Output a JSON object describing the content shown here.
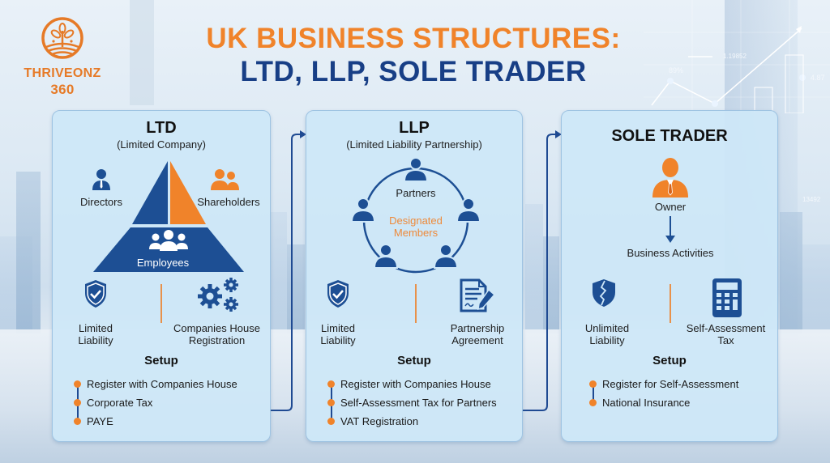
{
  "logo": {
    "line1": "THRIVEONZ",
    "line2": "360",
    "icon": "plant-sprout-icon"
  },
  "title": {
    "line1": "UK BUSINESS STRUCTURES:",
    "line2": "LTD, LLP, SOLE TRADER"
  },
  "colors": {
    "orange": "#f0832a",
    "navy": "#183f86",
    "card_bg": "#cee7f8"
  },
  "background_chart": {
    "labels": [
      "89%",
      "1.19852",
      "4.87",
      "13492"
    ]
  },
  "ltd": {
    "title": "LTD",
    "subtitle": "(Limited Company)",
    "roles": {
      "directors": "Directors",
      "shareholders": "Shareholders",
      "employees": "Employees"
    },
    "features": [
      {
        "label_1": "Limited",
        "label_2": "Liability",
        "icon": "shield-check-icon"
      },
      {
        "label_1": "Companies House",
        "label_2": "Registration",
        "icon": "gears-icon"
      }
    ],
    "setup_title": "Setup",
    "setup": [
      "Register with Companies House",
      "Corporate Tax",
      "PAYE"
    ]
  },
  "llp": {
    "title": "LLP",
    "subtitle": "(Limited Liability Partnership)",
    "roles": {
      "partners": "Partners",
      "designated_1": "Designated",
      "designated_2": "Members"
    },
    "features": [
      {
        "label_1": "Limited",
        "label_2": "Liability",
        "icon": "shield-check-icon"
      },
      {
        "label_1": "Partnership",
        "label_2": "Agreement",
        "icon": "signed-document-icon"
      }
    ],
    "setup_title": "Setup",
    "setup": [
      "Register with Companies House",
      "Self-Assessment Tax for Partners",
      "VAT Registration"
    ]
  },
  "sole": {
    "title": "SOLE TRADER",
    "roles": {
      "owner": "Owner",
      "activities": "Business Activities"
    },
    "features": [
      {
        "label_1": "Unlimited",
        "label_2": "Liability",
        "icon": "broken-shield-icon"
      },
      {
        "label_1": "Self-Assessment",
        "label_2": "Tax",
        "icon": "calculator-icon"
      }
    ],
    "setup_title": "Setup",
    "setup": [
      "Register for Self-Assessment",
      "National Insurance"
    ]
  }
}
